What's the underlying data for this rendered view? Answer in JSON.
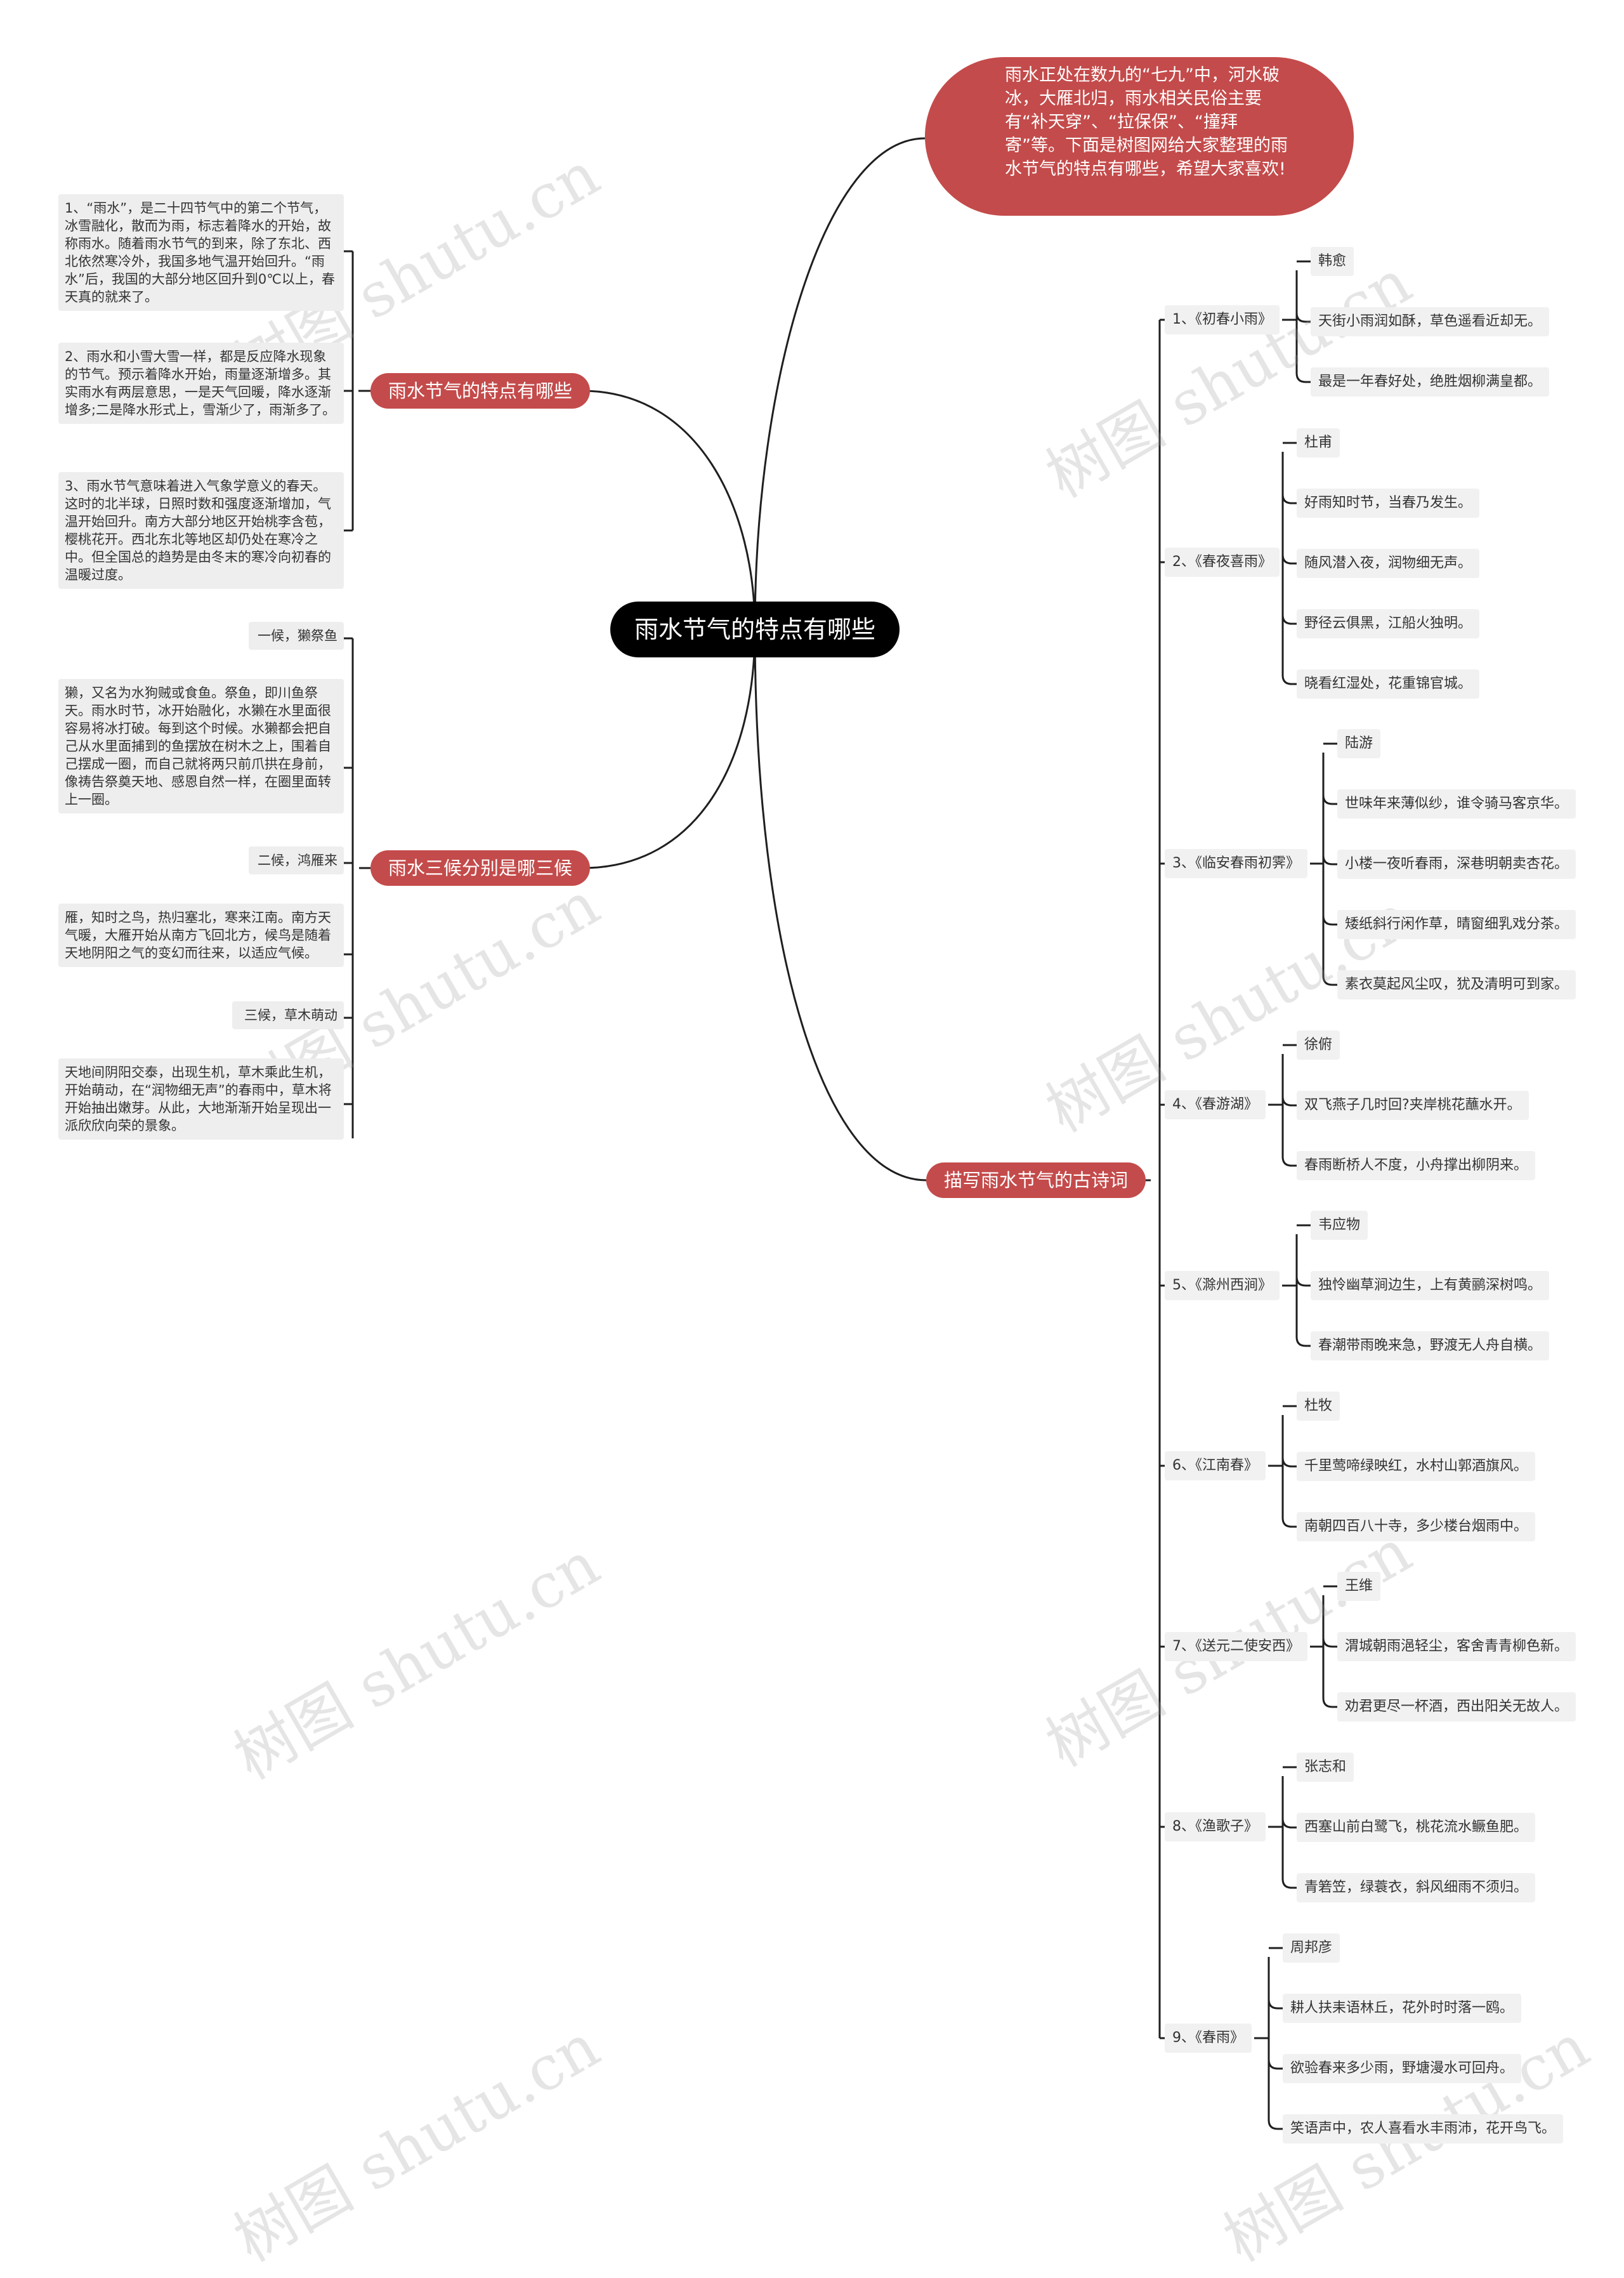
{
  "root": "雨水节气的特点有哪些",
  "intro": "雨水正处在数九的“七九”中，河水破冰，大雁北归，雨水相关民俗主要有“补天穿”、“拉保保”、“撞拜寄”等。下面是树图网给大家整理的雨水节气的特点有哪些，希望大家喜欢!",
  "features": {
    "label": "雨水节气的特点有哪些",
    "notes": [
      "1、“雨水”，是二十四节气中的第二个节气，冰雪融化，散而为雨，标志着降水的开始，故称雨水。随着雨水节气的到来，除了东北、西北依然寒冷外，我国多地气温开始回升。“雨水”后，我国的大部分地区回升到0℃以上，春天真的就来了。",
      "2、雨水和小雪大雪一样，都是反应降水现象的节气。预示着降水开始，雨量逐渐增多。其实雨水有两层意思，一是天气回暖，降水逐渐增多;二是降水形式上，雪渐少了，雨渐多了。",
      "3、雨水节气意味着进入气象学意义的春天。这时的北半球，日照时数和强度逐渐增加，气温开始回升。南方大部分地区开始桃李含苞，樱桃花开。西北东北等地区却仍处在寒冷之中。但全国总的趋势是由冬末的寒冷向初春的温暖过度。"
    ]
  },
  "three_hou": {
    "label": "雨水三候分别是哪三候",
    "items": [
      "一候，獭祭鱼",
      "獭，又名为水狗贼或食鱼。祭鱼，即川鱼祭天。雨水时节，冰开始融化，水獭在水里面很容易将冰打破。每到这个时候。水獭都会把自己从水里面捕到的鱼摆放在树木之上，围着自己摆成一圈，而自己就将两只前爪拱在身前，像祷告祭奠天地、感恩自然一样，在圈里面转上一圈。",
      "二候，鸿雁来",
      "雁，知时之鸟，热归塞北，寒来江南。南方天气暖，大雁开始从南方飞回北方，候鸟是随着天地阴阳之气的变幻而往来，以适应气候。",
      "三候，草木萌动",
      "天地间阴阳交泰，出现生机，草木乘此生机，开始萌动，在“润物细无声”的春雨中，草木将开始抽出嫩芽。从此，大地渐渐开始呈现出一派欣欣向荣的景象。"
    ]
  },
  "poems": {
    "label": "描写雨水节气的古诗词",
    "items": [
      {
        "title": "1、《初春小雨》",
        "lines": [
          "韩愈",
          "天街小雨润如酥，草色遥看近却无。",
          "最是一年春好处，绝胜烟柳满皇都。"
        ]
      },
      {
        "title": "2、《春夜喜雨》",
        "lines": [
          "杜甫",
          "好雨知时节，当春乃发生。",
          "随风潜入夜，润物细无声。",
          "野径云俱黑，江船火独明。",
          "晓看红湿处，花重锦官城。"
        ]
      },
      {
        "title": "3、《临安春雨初霁》",
        "lines": [
          "陆游",
          "世味年来薄似纱，谁令骑马客京华。",
          "小楼一夜听春雨，深巷明朝卖杏花。",
          "矮纸斜行闲作草，晴窗细乳戏分茶。",
          "素衣莫起风尘叹，犹及清明可到家。"
        ]
      },
      {
        "title": "4、《春游湖》",
        "lines": [
          "徐俯",
          "双飞燕子几时回?夹岸桃花蘸水开。",
          "春雨断桥人不度，小舟撑出柳阴来。"
        ]
      },
      {
        "title": "5、《滁州西涧》",
        "lines": [
          "韦应物",
          "独怜幽草涧边生，上有黄鹂深树鸣。",
          "春潮带雨晚来急，野渡无人舟自横。"
        ]
      },
      {
        "title": "6、《江南春》",
        "lines": [
          "杜牧",
          "千里莺啼绿映红，水村山郭酒旗风。",
          "南朝四百八十寺，多少楼台烟雨中。"
        ]
      },
      {
        "title": "7、《送元二使安西》",
        "lines": [
          "王维",
          "渭城朝雨浥轻尘，客舍青青柳色新。",
          "劝君更尽一杯酒，西出阳关无故人。"
        ]
      },
      {
        "title": "8、《渔歌子》",
        "lines": [
          "张志和",
          "西塞山前白鹭飞，桃花流水鳜鱼肥。",
          "青箬笠，绿蓑衣，斜风细雨不须归。"
        ]
      },
      {
        "title": "9、《春雨》",
        "lines": [
          "周邦彦",
          "耕人扶耒语林丘，花外时时落一鸥。",
          "欲验春来多少雨，野塘漫水可回舟。",
          "笑语声中，农人喜看水丰雨沛，花开鸟飞。"
        ]
      }
    ]
  },
  "watermark": "树图 shutu.cn"
}
